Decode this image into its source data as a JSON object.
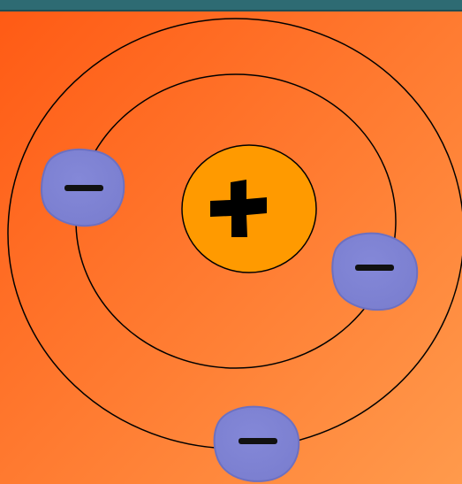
{
  "colors": {
    "background_start": "#ff5a14",
    "background_end": "#ff9a4c",
    "top_bar": "#2e6b73",
    "top_bar_dark": "#1f4d53",
    "orbit_stroke": "#000000",
    "nucleus_fill": "#ff9a00",
    "nucleus_symbol": "#000000",
    "electron_fill": "#7b7fd0",
    "electron_edge": "#6d70c0",
    "electron_symbol": "#111111"
  },
  "diagram": {
    "nucleus": {
      "symbol": "plus-icon"
    },
    "orbits": [
      {
        "name": "inner-orbit"
      },
      {
        "name": "outer-orbit"
      }
    ],
    "electrons": [
      {
        "name": "electron-left",
        "symbol": "minus-icon"
      },
      {
        "name": "electron-right",
        "symbol": "minus-icon"
      },
      {
        "name": "electron-bottom",
        "symbol": "minus-icon"
      }
    ]
  }
}
